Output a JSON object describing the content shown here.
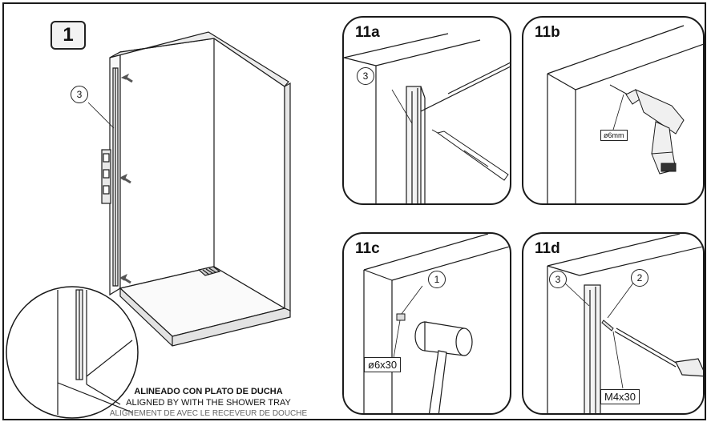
{
  "step": {
    "number": "1"
  },
  "main": {
    "callout": "3"
  },
  "panels": [
    {
      "id": "11a",
      "label": "11a",
      "callout": "3"
    },
    {
      "id": "11b",
      "label": "11b",
      "spec": "ø6mm"
    },
    {
      "id": "11c",
      "label": "11c",
      "callout": "1",
      "spec": "ø6x30"
    },
    {
      "id": "11d",
      "label": "11d",
      "callouts": [
        "3",
        "2"
      ],
      "spec": "M4x30"
    }
  ],
  "caption": {
    "es": "ALINEADO CON PLATO DE DUCHA",
    "en": "ALIGNED BY WITH THE SHOWER TRAY",
    "fr": "ALIGNEMENT DE AVEC LE RECEVEUR DE DOUCHE"
  }
}
